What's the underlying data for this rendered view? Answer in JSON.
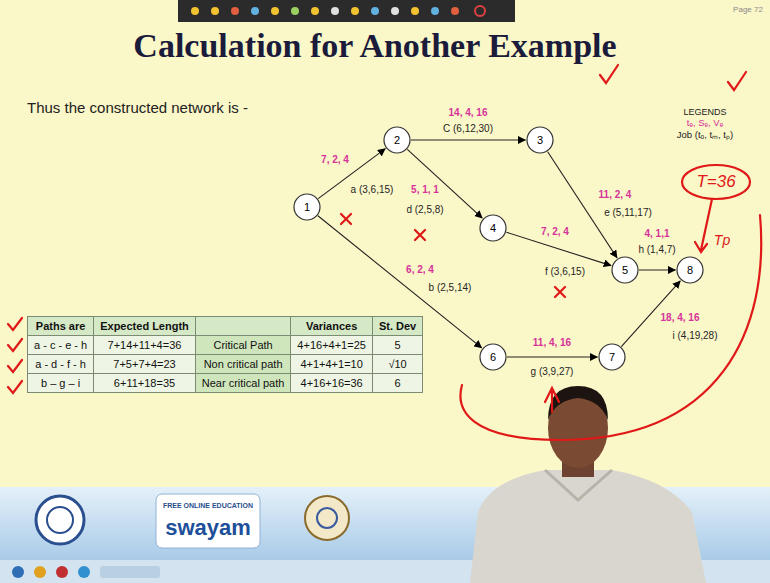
{
  "diagram": {
    "title": "Calculation for Another Example",
    "nodes": [
      {
        "text": [
          "1"
        ]
      },
      {
        "text": [
          "2"
        ]
      },
      {
        "text": [
          "3"
        ]
      },
      {
        "text": [
          "4"
        ]
      },
      {
        "text": [
          "5"
        ]
      },
      {
        "text": [
          "6"
        ]
      },
      {
        "text": [
          "7"
        ]
      },
      {
        "text": [
          "8"
        ]
      }
    ],
    "edges": [
      {
        "from": 0,
        "to": 1,
        "arrow": "to",
        "label": "a (3,6,15)"
      },
      {
        "from": 1,
        "to": 2,
        "arrow": "to",
        "label": "C (6,12,30)"
      },
      {
        "from": 1,
        "to": 3,
        "arrow": "to",
        "label": "d (2,5,8)"
      },
      {
        "from": 2,
        "to": 4,
        "arrow": "to",
        "label": "e (5,11,17)"
      },
      {
        "from": 3,
        "to": 4,
        "arrow": "to",
        "label": "f (3,6,15)"
      },
      {
        "from": 4,
        "to": 7,
        "arrow": "to",
        "label": "h (1,4,7)"
      },
      {
        "from": 0,
        "to": 5,
        "arrow": "to",
        "label": "b (2,5,14)"
      },
      {
        "from": 5,
        "to": 6,
        "arrow": "to",
        "label": "g (3,9,27)"
      },
      {
        "from": 6,
        "to": 7,
        "arrow": "to",
        "label": "i (4,19,28)"
      }
    ],
    "labels": [
      "Thus the constructed network is -",
      "7, 2, 4",
      "14, 4, 16",
      "5, 1, 1",
      "11, 2, 4",
      "7, 2, 4",
      "4, 1,1",
      "6, 2, 4",
      "11, 4, 16",
      "18, 4, 16",
      "LEGENDS",
      "tₑ, Sₑ, Vₑ",
      "Job (tₒ, tₘ, tₚ)",
      "Paths are",
      "Expected Length",
      "Variances",
      "St. Dev",
      "a - c - e - h",
      "7+14+11+4=36",
      "Critical Path",
      "4+16+4+1=25",
      "5",
      "a - d - f - h",
      "7+5+7+4=23",
      "Non critical path",
      "4+1+4+1=10",
      "√10",
      "b – g – i",
      "6+11+18=35",
      "Near critical path",
      "4+16+16=36",
      "6",
      "T=36",
      "Tp",
      "FREE ONLINE EDUCATION",
      "swayam",
      "Page 72"
    ]
  }
}
